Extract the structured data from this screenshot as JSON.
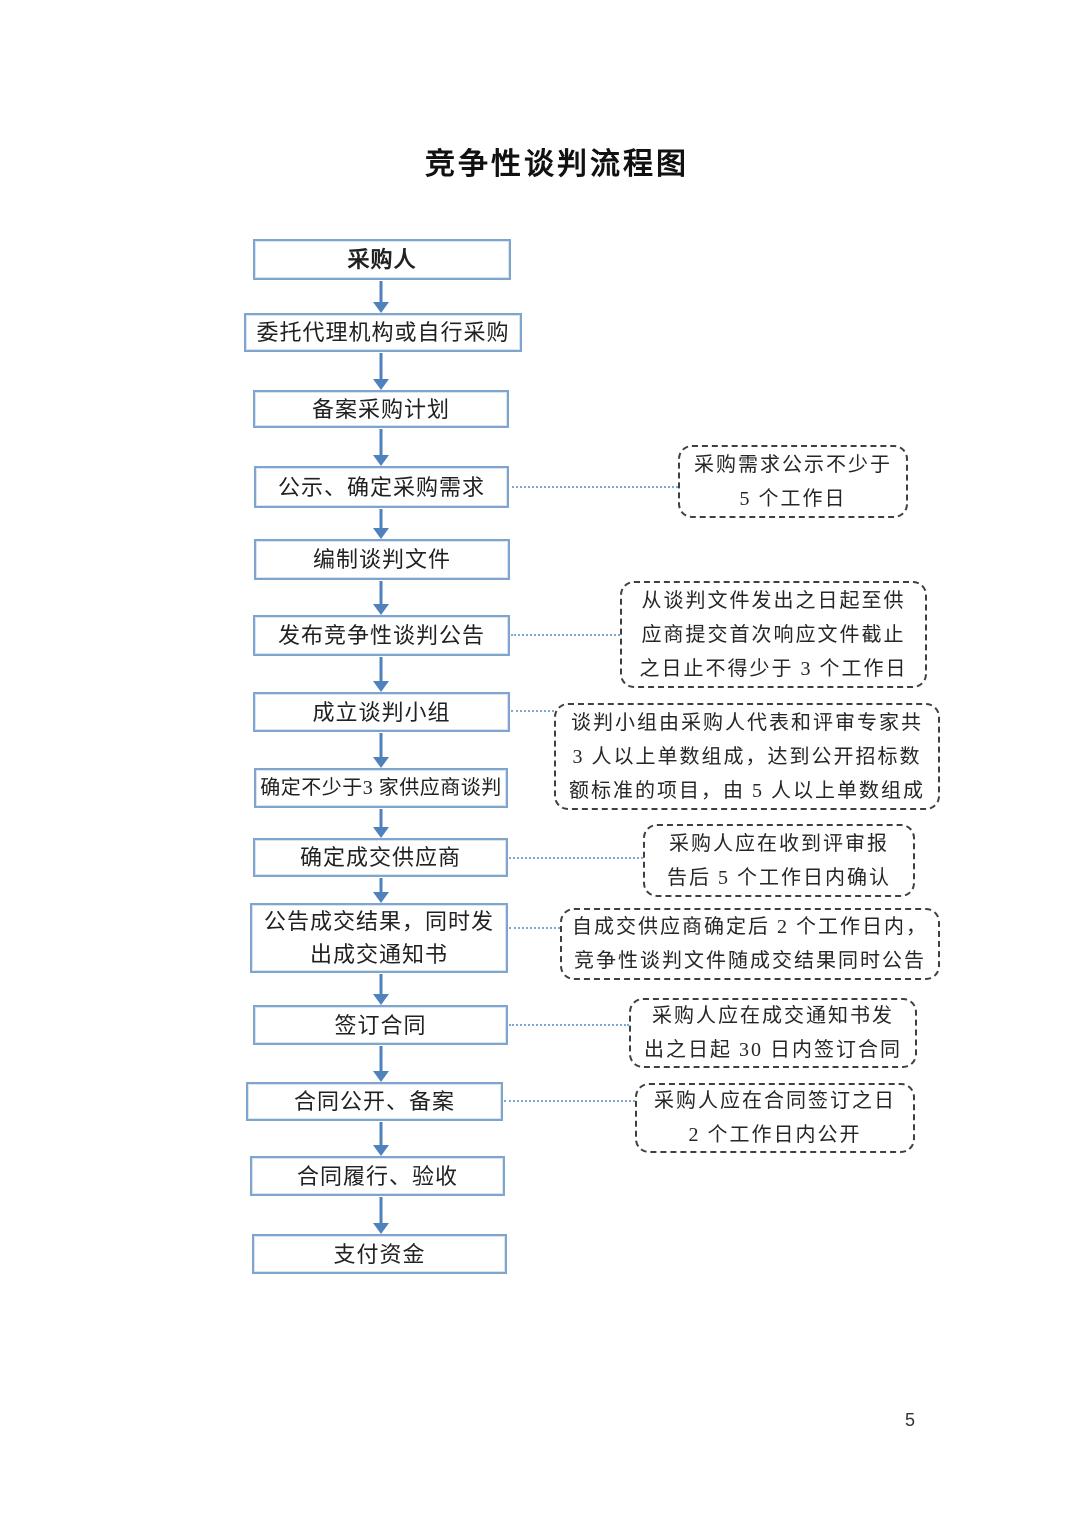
{
  "title": "竞争性谈判流程图",
  "page_number": "5",
  "colors": {
    "box_border": "#7fa5ce",
    "arrow": "#4f81bd",
    "connector": "#7da7d4",
    "note_border": "#3f3f3f"
  },
  "flow": {
    "steps": [
      {
        "label": "采购人"
      },
      {
        "label": "委托代理机构或自行采购"
      },
      {
        "label": "备案采购计划"
      },
      {
        "label": "公示、确定采购需求"
      },
      {
        "label": "编制谈判文件"
      },
      {
        "label": "发布竞争性谈判公告"
      },
      {
        "label": "成立谈判小组"
      },
      {
        "label": "确定不少于3 家供应商谈判"
      },
      {
        "label": "确定成交供应商"
      },
      {
        "label": "公告成交结果，同时发出成交通知书"
      },
      {
        "label": "签订合同"
      },
      {
        "label": "合同公开、备案"
      },
      {
        "label": "合同履行、验收"
      },
      {
        "label": "支付资金"
      }
    ],
    "notes": [
      {
        "lines": [
          "采购需求公示不少于",
          "5 个工作日"
        ]
      },
      {
        "lines": [
          "从谈判文件发出之日起至供",
          "应商提交首次响应文件截止",
          "之日止不得少于 3 个工作日"
        ]
      },
      {
        "lines": [
          "谈判小组由采购人代表和评审专家共",
          "3 人以上单数组成，达到公开招标数",
          "额标准的项目，由 5 人以上单数组成"
        ]
      },
      {
        "lines": [
          "采购人应在收到评审报",
          "告后 5 个工作日内确认"
        ]
      },
      {
        "lines": [
          "自成交供应商确定后 2 个工作日内，",
          "竞争性谈判文件随成交结果同时公告"
        ]
      },
      {
        "lines": [
          "采购人应在成交通知书发",
          "出之日起 30 日内签订合同"
        ]
      },
      {
        "lines": [
          "采购人应在合同签订之日",
          "2 个工作日内公开"
        ]
      }
    ]
  }
}
